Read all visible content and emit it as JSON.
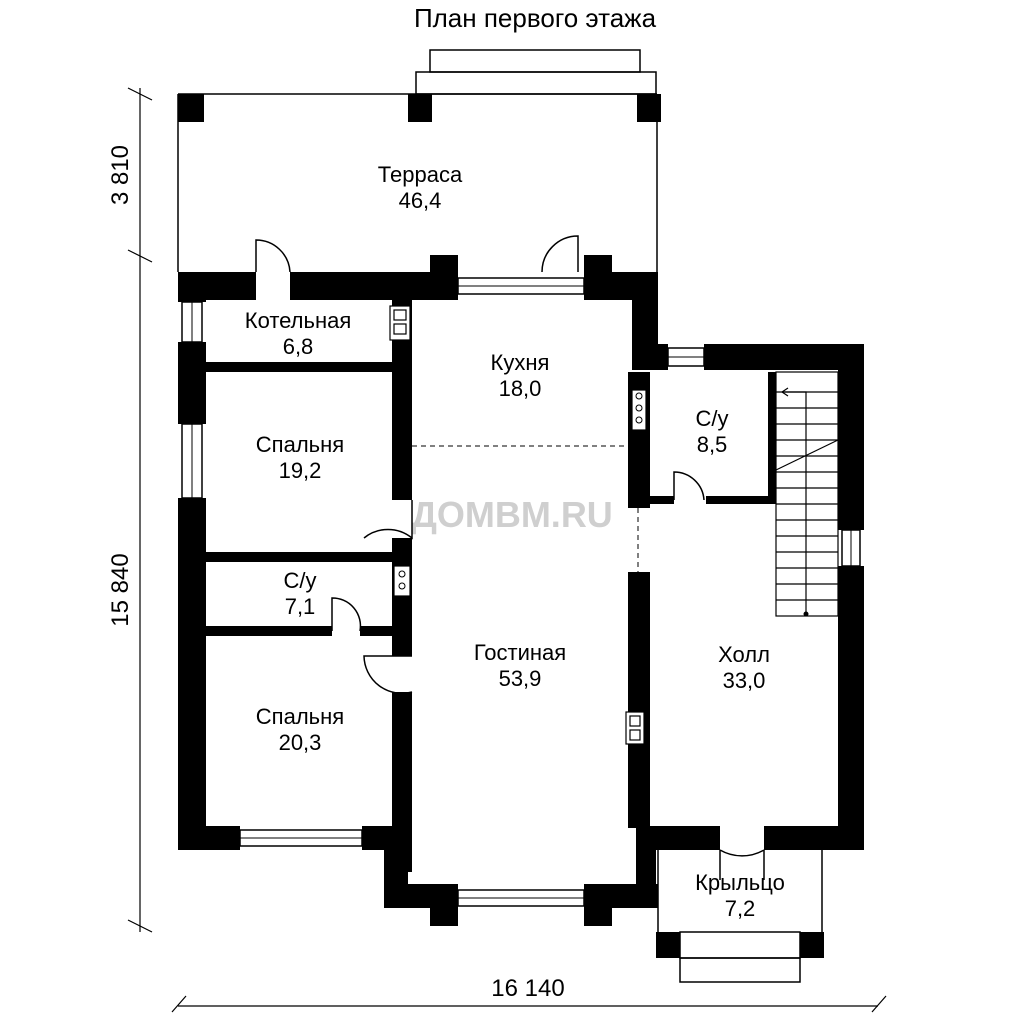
{
  "title": "План первого этажа",
  "watermark": "ДОМВМ.RU",
  "dimensions": {
    "terrace_depth": "3 810",
    "house_depth": "15 840",
    "total_width": "16 140"
  },
  "rooms": {
    "terrace": {
      "name": "Терраса",
      "area": "46,4"
    },
    "boiler": {
      "name": "Котельная",
      "area": "6,8"
    },
    "kitchen": {
      "name": "Кухня",
      "area": "18,0"
    },
    "wc_right": {
      "name": "С/у",
      "area": "8,5"
    },
    "bedroom_1": {
      "name": "Спальня",
      "area": "19,2"
    },
    "wc_left": {
      "name": "С/у",
      "area": "7,1"
    },
    "living": {
      "name": "Гостиная",
      "area": "53,9"
    },
    "hall": {
      "name": "Холл",
      "area": "33,0"
    },
    "bedroom_2": {
      "name": "Спальня",
      "area": "20,3"
    },
    "porch": {
      "name": "Крыльцо",
      "area": "7,2"
    }
  }
}
